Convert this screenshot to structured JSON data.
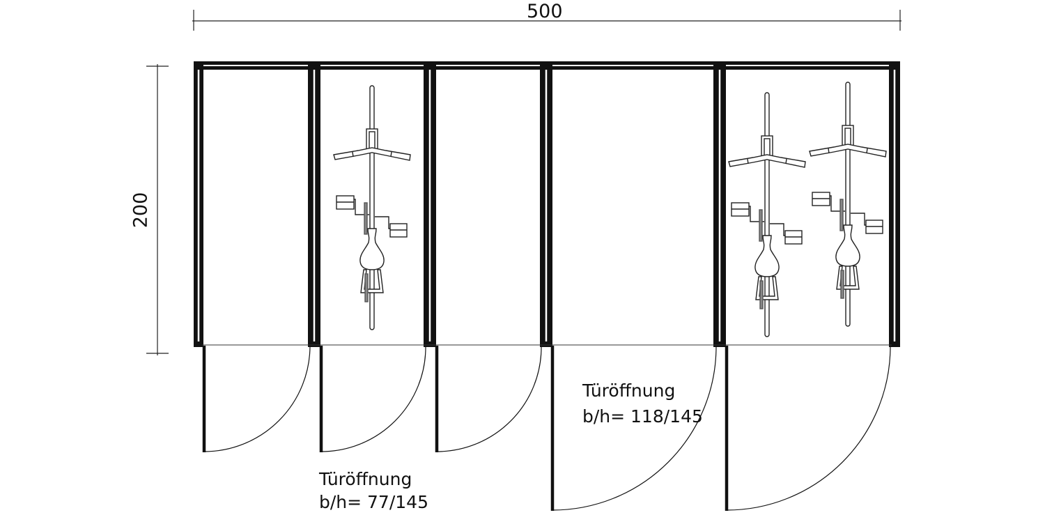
{
  "dimensions": {
    "width_label": "500",
    "height_label": "200"
  },
  "door_labels": [
    {
      "title": "Türöffnung",
      "size": "b/h= 77/145"
    },
    {
      "title": "Türöffnung",
      "size": "b/h= 118/145"
    }
  ],
  "colors": {
    "line": "#111111",
    "background": "#ffffff"
  }
}
